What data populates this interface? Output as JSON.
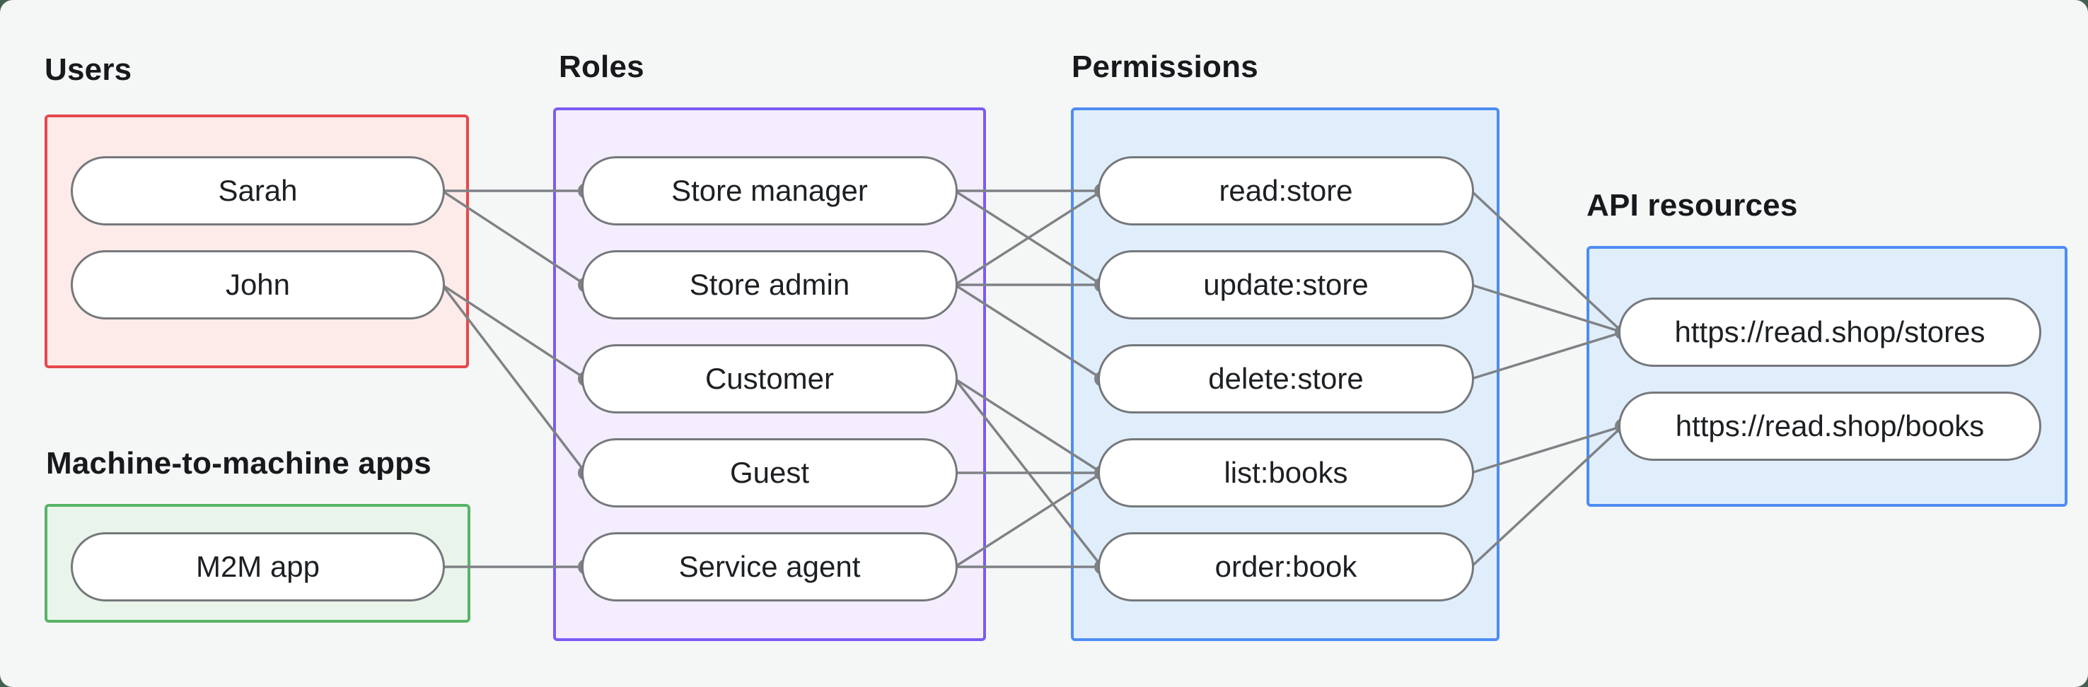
{
  "diagram": {
    "page_background": "#42604f",
    "canvas_background": "#f5f6f6",
    "edge_color": "#7f8285",
    "pill_border_color": "#75787b",
    "groups": [
      {
        "id": "users",
        "label": "Users",
        "border_color": "#e5484d",
        "fill_color": "#fcebe9",
        "nodes": [
          {
            "id": "sarah",
            "label": "Sarah"
          },
          {
            "id": "john",
            "label": "John"
          }
        ]
      },
      {
        "id": "m2m",
        "label": "Machine-to-machine apps",
        "border_color": "#58b368",
        "fill_color": "#e9f5ea",
        "nodes": [
          {
            "id": "m2m_app",
            "label": "M2M app"
          }
        ]
      },
      {
        "id": "roles",
        "label": "Roles",
        "border_color": "#7b5bf5",
        "fill_color": "#f3edfd",
        "nodes": [
          {
            "id": "store_manager",
            "label": "Store manager"
          },
          {
            "id": "store_admin",
            "label": "Store admin"
          },
          {
            "id": "customer",
            "label": "Customer"
          },
          {
            "id": "guest",
            "label": "Guest"
          },
          {
            "id": "service_agent",
            "label": "Service agent"
          }
        ]
      },
      {
        "id": "permissions",
        "label": "Permissions",
        "border_color": "#4e8cf5",
        "fill_color": "#e0eefc",
        "nodes": [
          {
            "id": "read_store",
            "label": "read:store"
          },
          {
            "id": "update_store",
            "label": "update:store"
          },
          {
            "id": "delete_store",
            "label": "delete:store"
          },
          {
            "id": "list_books",
            "label": "list:books"
          },
          {
            "id": "order_book",
            "label": "order:book"
          }
        ]
      },
      {
        "id": "api",
        "label": "API resources",
        "border_color": "#4e8cf5",
        "fill_color": "#e0eefc",
        "nodes": [
          {
            "id": "stores",
            "label": "https://read.shop/stores"
          },
          {
            "id": "books",
            "label": "https://read.shop/books"
          }
        ]
      }
    ],
    "edges": [
      [
        "sarah",
        "store_manager"
      ],
      [
        "sarah",
        "store_admin"
      ],
      [
        "john",
        "customer"
      ],
      [
        "john",
        "guest"
      ],
      [
        "m2m_app",
        "service_agent"
      ],
      [
        "store_manager",
        "read_store"
      ],
      [
        "store_manager",
        "update_store"
      ],
      [
        "store_admin",
        "read_store"
      ],
      [
        "store_admin",
        "update_store"
      ],
      [
        "store_admin",
        "delete_store"
      ],
      [
        "customer",
        "list_books"
      ],
      [
        "customer",
        "order_book"
      ],
      [
        "guest",
        "list_books"
      ],
      [
        "service_agent",
        "list_books"
      ],
      [
        "service_agent",
        "order_book"
      ],
      [
        "read_store",
        "stores"
      ],
      [
        "update_store",
        "stores"
      ],
      [
        "delete_store",
        "stores"
      ],
      [
        "list_books",
        "books"
      ],
      [
        "order_book",
        "books"
      ]
    ]
  }
}
